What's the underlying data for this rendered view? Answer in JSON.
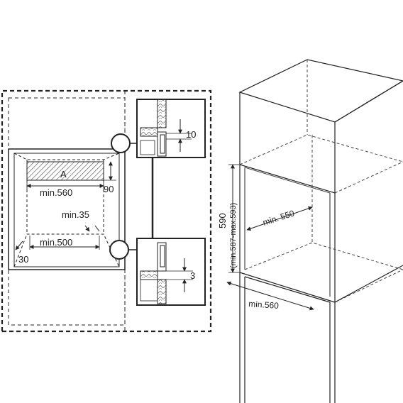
{
  "labels": {
    "a": "A",
    "min560_left": "min.560",
    "dim90": "90",
    "min35": "min.35",
    "min500": "min.500",
    "dim30": "30",
    "dim10": "10",
    "dim3": "3",
    "dim590": "590",
    "min587max593": "(min.587-max.593)",
    "min550": "min. 550",
    "min560_right": "min.560"
  },
  "colors": {
    "line": "#222222",
    "hatch": "#555555",
    "grey_line": "#888888"
  }
}
